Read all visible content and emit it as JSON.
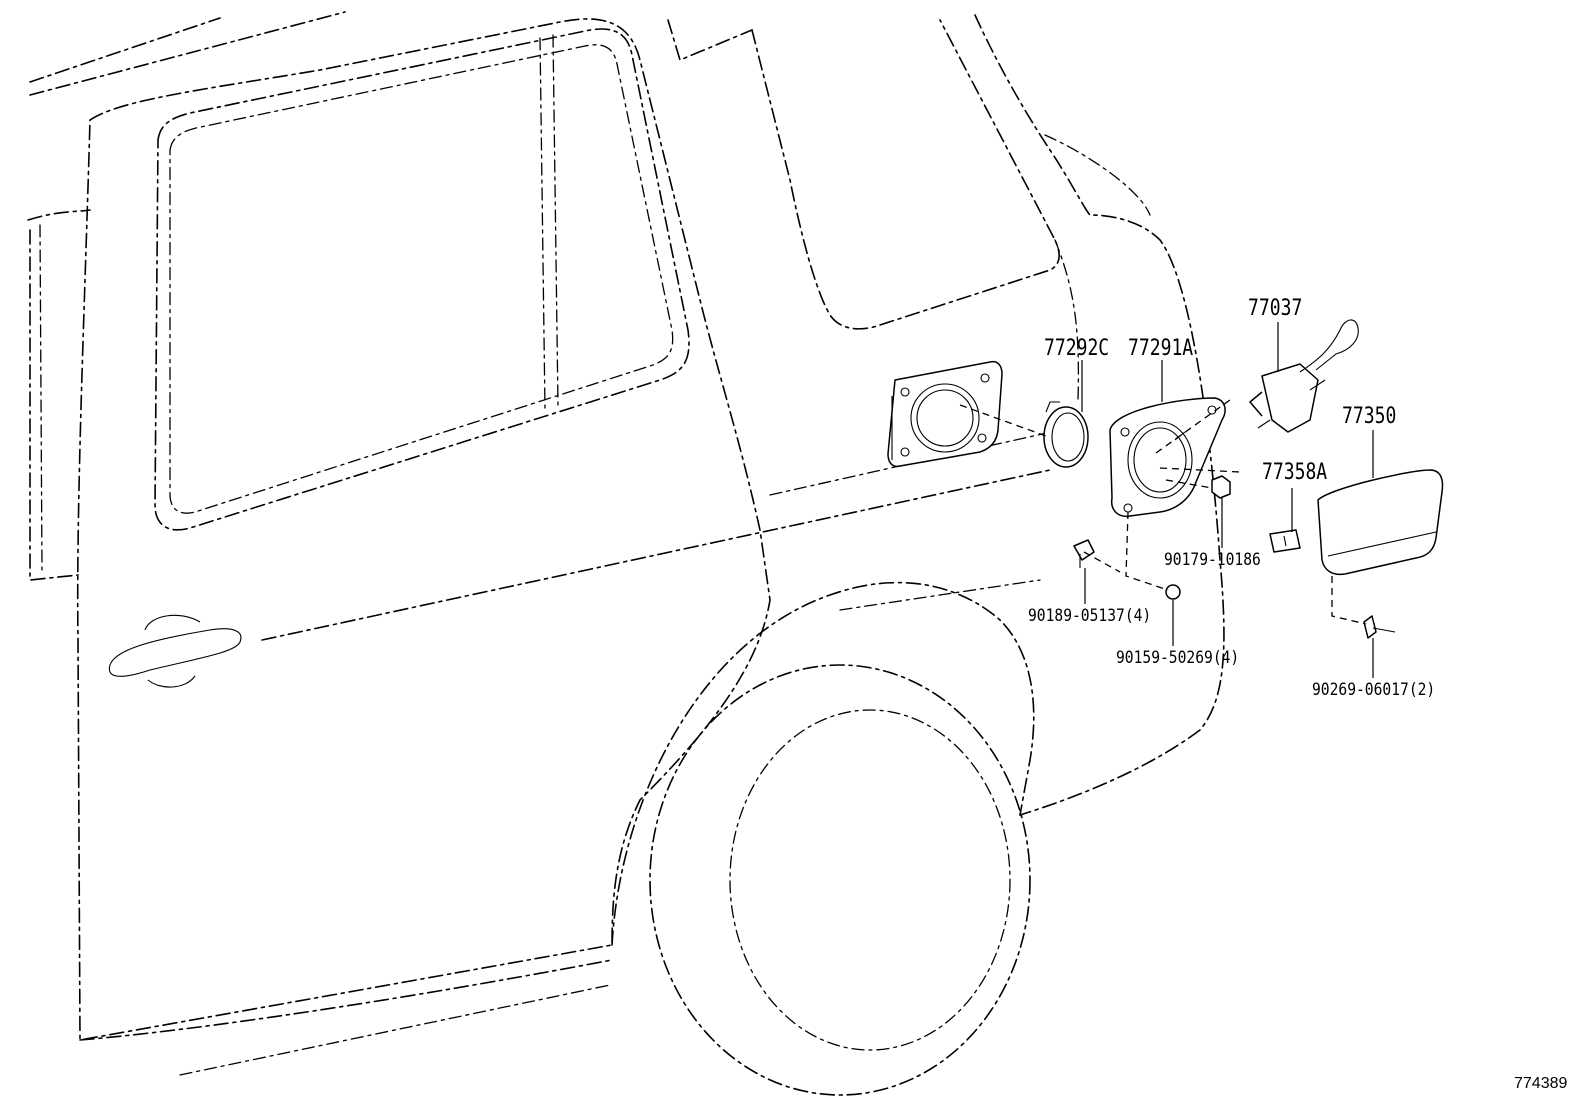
{
  "diagram": {
    "illustration_code": "774389",
    "parts": [
      {
        "part_number": "77292C"
      },
      {
        "part_number": "77291A"
      },
      {
        "part_number": "77037"
      },
      {
        "part_number": "77350"
      },
      {
        "part_number": "77358A"
      },
      {
        "part_number": "90179-10186"
      },
      {
        "part_number": "90189-05137(4)"
      },
      {
        "part_number": "90159-50269(4)"
      },
      {
        "part_number": "90269-06017(2)"
      }
    ]
  }
}
